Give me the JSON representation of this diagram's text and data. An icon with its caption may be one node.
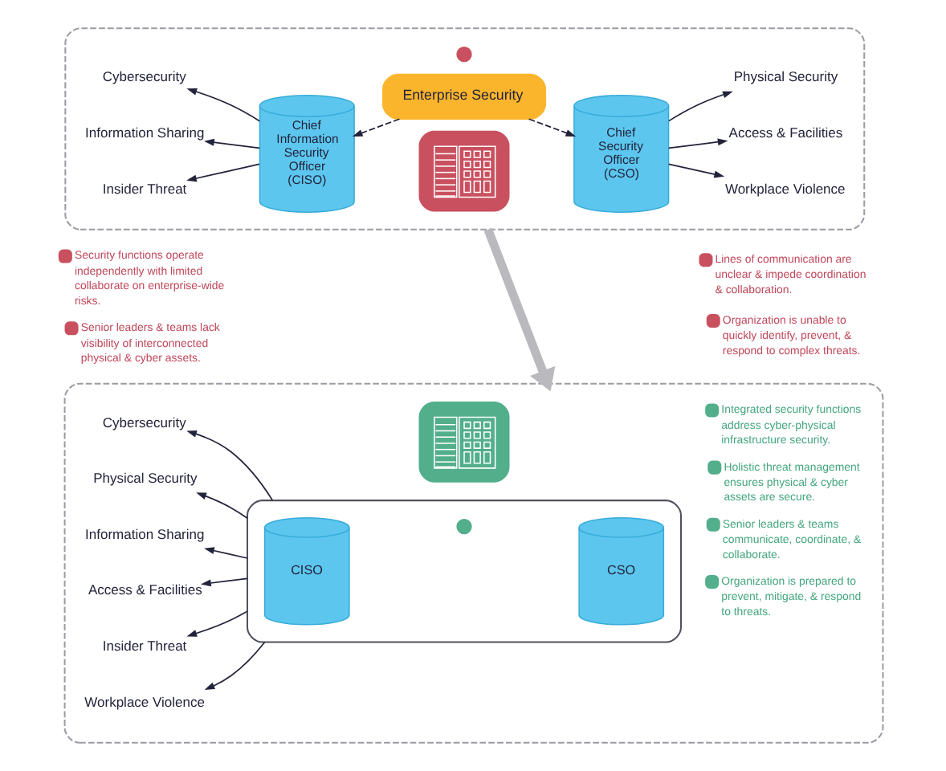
{
  "diagram": {
    "nodes": [
      {
        "text": [],
        "shape": "box"
      },
      {
        "text": [
          "Enterprise Security"
        ],
        "in": 0
      },
      {
        "text": [
          "Cybersecurity"
        ],
        "in": 0
      },
      {
        "text": [
          "Information Sharing"
        ],
        "in": 0
      },
      {
        "text": [
          "Insider Threat"
        ],
        "in": 0
      },
      {
        "text": [
          "Chief Information Security Officer (CISO)"
        ],
        "in": 0
      },
      {
        "text": [],
        "shape": "picture",
        "in": 0
      },
      {
        "text": [
          "Chief Security Officer (CSO)"
        ],
        "in": 0
      },
      {
        "text": [
          "Physical Security"
        ],
        "in": 0
      },
      {
        "text": [
          "Access & Facilities"
        ],
        "in": 0
      },
      {
        "text": [
          "Workplace Violence"
        ],
        "in": 0
      },
      {
        "text": [],
        "shape": "box"
      },
      {
        "text": [],
        "shape": "picture",
        "in": 11
      },
      {
        "text": [],
        "shape": "box",
        "in": 11
      },
      {
        "text": [
          "CISO"
        ],
        "in": 13
      },
      {
        "text": [
          "CSO"
        ],
        "in": 13
      },
      {
        "text": [
          "Cybersecurity"
        ],
        "in": 11
      },
      {
        "text": [
          "Physical Security"
        ],
        "in": 11
      },
      {
        "text": [
          "Information Sharing"
        ],
        "in": 11
      },
      {
        "text": [
          "Access & Facilities"
        ],
        "in": 11
      },
      {
        "text": [
          "Insider Threat"
        ],
        "in": 11
      },
      {
        "text": [
          "Workplace Violence"
        ],
        "in": 11
      }
    ],
    "edges": [
      {
        "from": 1,
        "to": 5,
        "arrow": "to",
        "style": "dashed"
      },
      {
        "from": 1,
        "to": 7,
        "arrow": "to",
        "style": "dashed"
      },
      {
        "from": 5,
        "to": 2,
        "arrow": "to"
      },
      {
        "from": 5,
        "to": 3,
        "arrow": "to"
      },
      {
        "from": 5,
        "to": 4,
        "arrow": "to"
      },
      {
        "from": 7,
        "to": 8,
        "arrow": "to"
      },
      {
        "from": 7,
        "to": 9,
        "arrow": "to"
      },
      {
        "from": 7,
        "to": 10,
        "arrow": "to"
      },
      {
        "from": 0,
        "to": 11,
        "arrow": "to",
        "style": "thick",
        "color": "#b9b9be"
      },
      {
        "from": 13,
        "to": 16,
        "arrow": "to"
      },
      {
        "from": 13,
        "to": 17,
        "arrow": "to"
      },
      {
        "from": 13,
        "to": 18,
        "arrow": "to"
      },
      {
        "from": 13,
        "to": 19,
        "arrow": "to"
      },
      {
        "from": 13,
        "to": 20,
        "arrow": "to"
      },
      {
        "from": 13,
        "to": 21,
        "arrow": "to"
      }
    ],
    "labels": [
      "Security functions operate independently with limited collaborate on enterprise-wide risks.",
      "Lines of communication are unclear & impede coordination & collaboration.",
      "Senior leaders & teams lack visibility of interconnected physical & cyber assets.",
      "Organization is unable to quickly identify, prevent, & respond to complex threats.",
      "Integrated security functions address cyber-physical infrastructure security.",
      "Holistic threat management ensures physical & cyber assets are secure.",
      "Senior leaders & teams communicate, coordinate, & collaborate.",
      "Organization is prepared to prevent, mitigate, & respond to threats."
    ]
  }
}
